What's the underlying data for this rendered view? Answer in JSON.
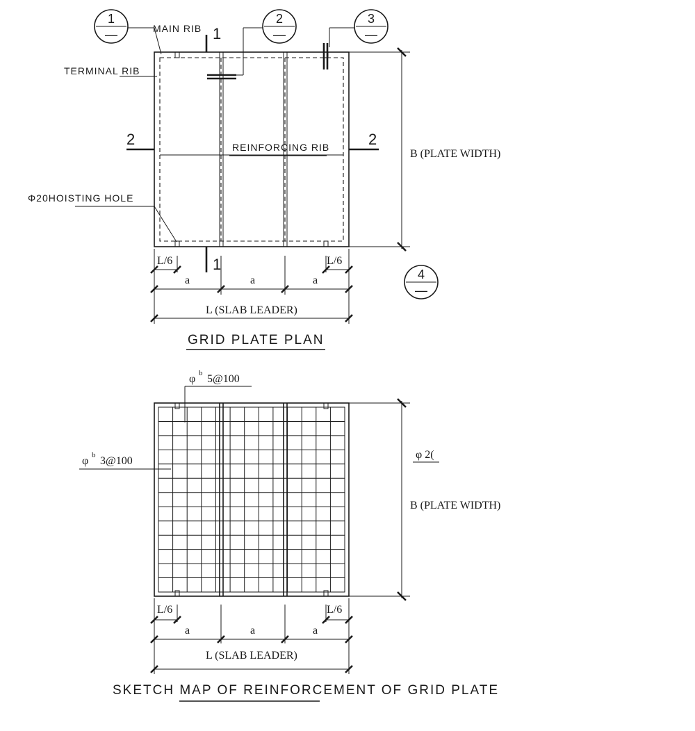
{
  "plan": {
    "title": "GRID PLATE PLAN",
    "labels": {
      "main_rib": "MAIN RIB",
      "terminal_rib": "TERMINAL RIB",
      "reinforcing_rib": "REINFORCING RIB",
      "hoisting_hole": "Φ20HOISTING HOLE",
      "plate_width": "B (PLATE WIDTH)",
      "slab_length": "L (SLAB LEADER)"
    },
    "bubbles": [
      {
        "num": "1",
        "sub": "—"
      },
      {
        "num": "2",
        "sub": "—"
      },
      {
        "num": "3",
        "sub": "—"
      },
      {
        "num": "4",
        "sub": "—"
      }
    ],
    "section_marks": {
      "one": "1",
      "two": "2"
    },
    "dims": {
      "edge": "L/6",
      "bay": "a"
    }
  },
  "reinforcement": {
    "title": "SKETCH MAP OF REINFORCEMENT OF GRID PLATE",
    "labels": {
      "bar_top": "φ",
      "bar_top_sup": "b",
      "bar_top_val": "5@100",
      "bar_left": "φ",
      "bar_left_sup": "b",
      "bar_left_val": "3@100",
      "bar_right": "φ 2(",
      "plate_width": "B (PLATE WIDTH)",
      "slab_length": "L (SLAB LEADER)"
    },
    "dims": {
      "edge": "L/6",
      "bay": "a"
    }
  }
}
